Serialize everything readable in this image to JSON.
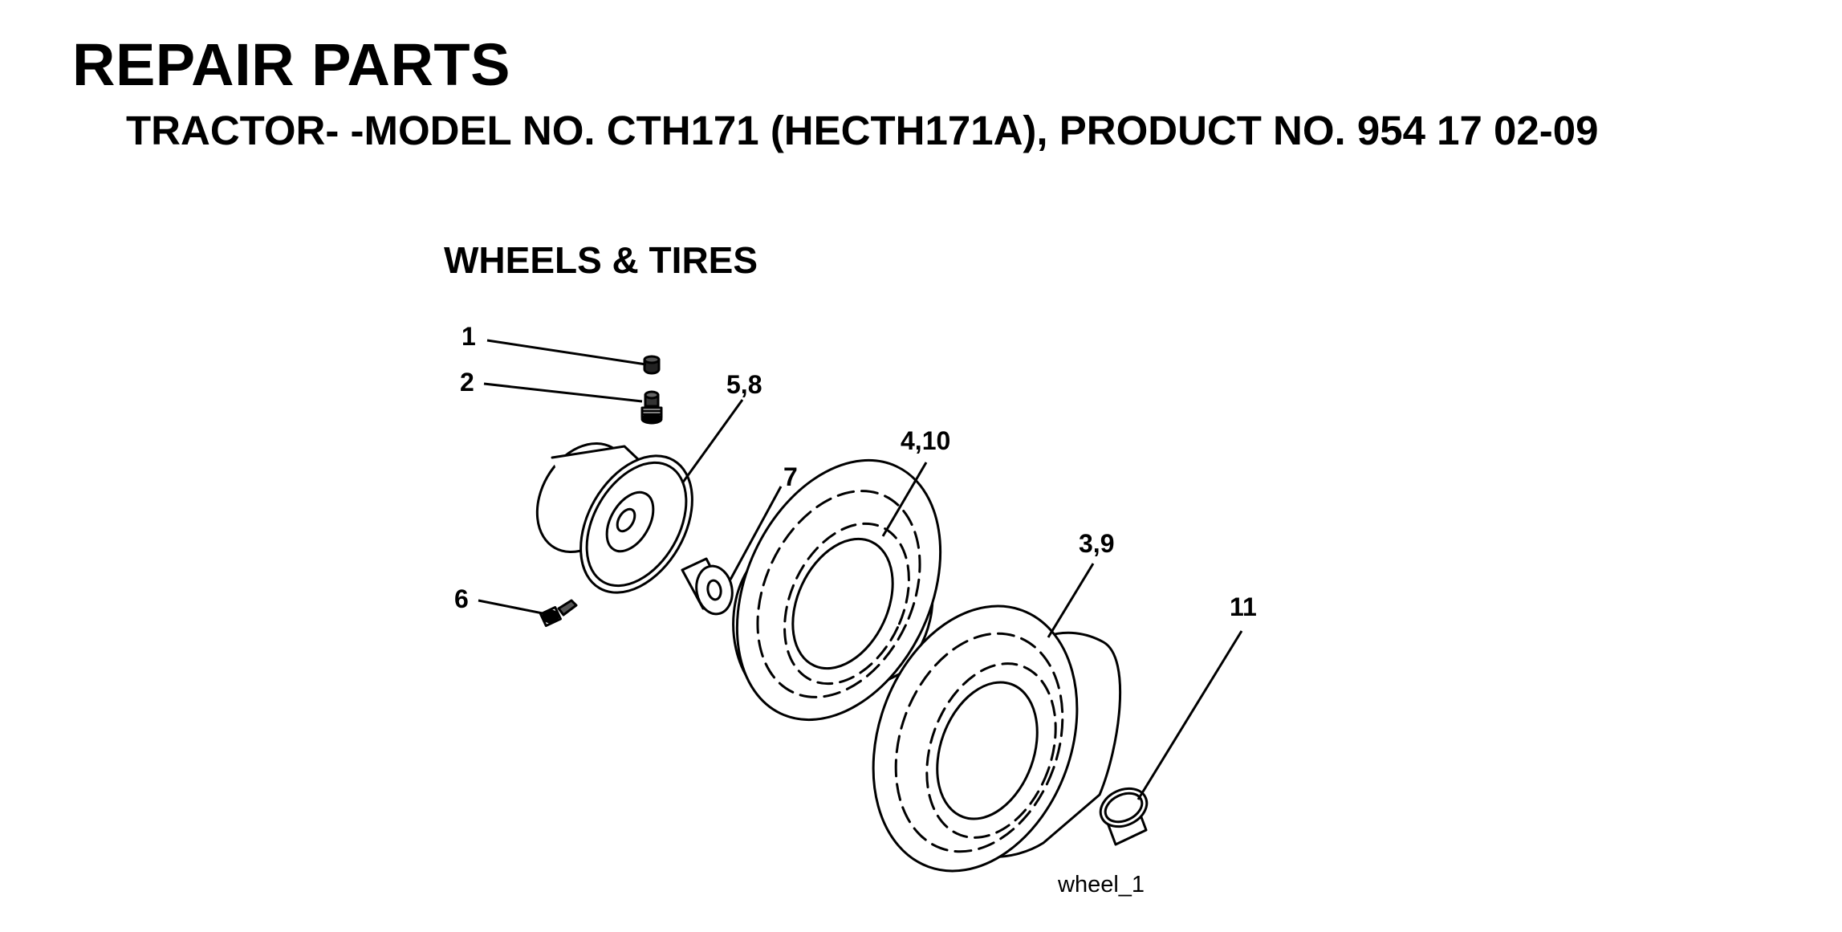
{
  "header": {
    "title": "REPAIR PARTS",
    "subtitle": "TRACTOR- -MODEL NO. CTH171 (HECTH171A), PRODUCT NO. 954 17 02-09"
  },
  "section": {
    "title": "WHEELS & TIRES"
  },
  "callouts": {
    "valve_cap": "1",
    "valve_stem": "2",
    "rim": "5,8",
    "bolt": "6",
    "spacer": "7",
    "front_tire": "4,10",
    "rear_tire": "3,9",
    "bushing": "11"
  },
  "figure_id": "wheel_1"
}
